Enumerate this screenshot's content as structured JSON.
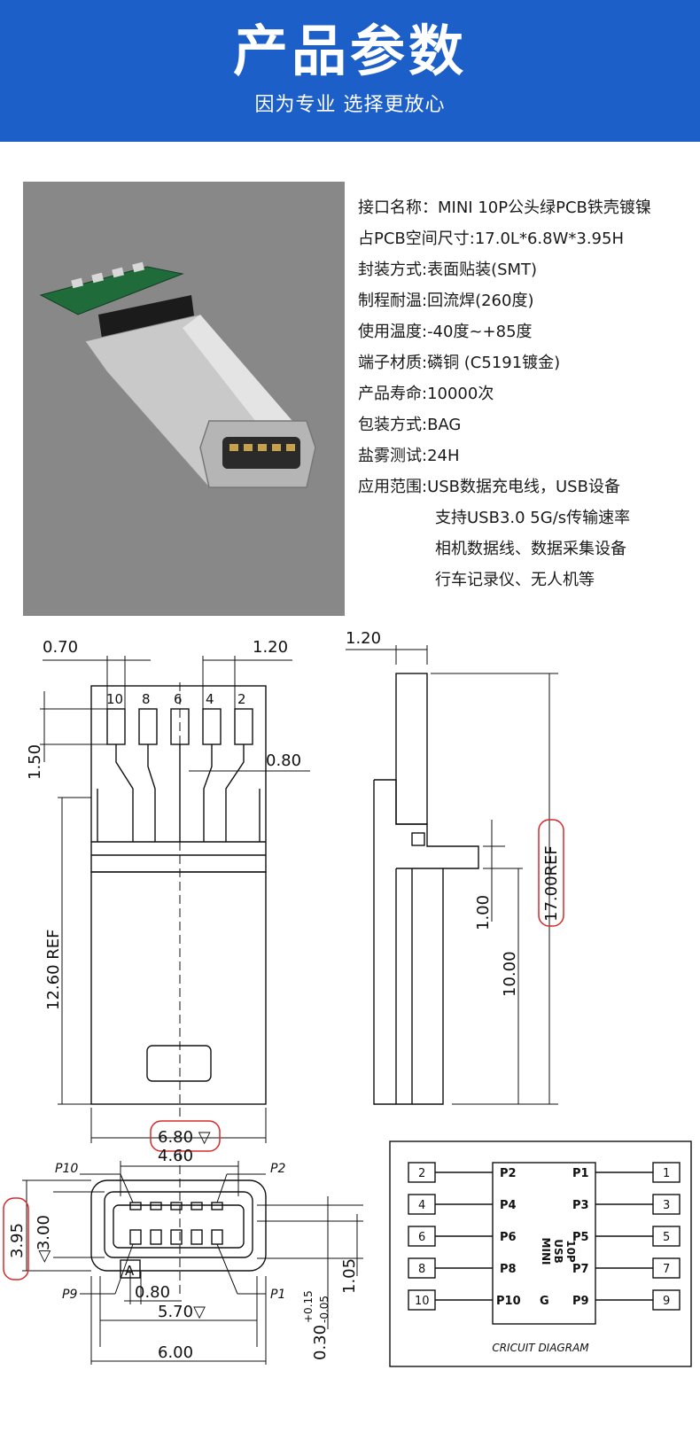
{
  "header": {
    "title": "产品参数",
    "subtitle": "因为专业 选择更放心"
  },
  "specs": [
    "接口名称：MINI 10P公头绿PCB铁壳镀镍",
    "占PCB空间尺寸:17.0L*6.8W*3.95H",
    "封装方式:表面贴装(SMT)",
    "制程耐温:回流焊(260度)",
    "使用温度:-40度~+85度",
    "端子材质:磷铜 (C5191镀金)",
    "产品寿命:10000次",
    "包装方式:BAG",
    "盐雾测试:24H",
    "应用范围:USB数据充电线，USB设备"
  ],
  "specs_continued": [
    "支持USB3.0 5G/s传输速率",
    "相机数据线、数据采集设备",
    "行车记录仪、无人机等"
  ],
  "top_view": {
    "dim_pitch": "0.70",
    "dim_pad": "1.20",
    "pins": [
      "10",
      "8",
      "6",
      "4",
      "2"
    ],
    "dim_pad_len": "1.50",
    "dim_lead": "0.80",
    "dim_body": "12.60  REF",
    "dim_width": "6.80 ▽"
  },
  "side_view": {
    "dim_top": "1.20",
    "dim_total": "17.00REF",
    "dim_step": "1.00",
    "dim_len": "10.00"
  },
  "front_view": {
    "p10": "P10",
    "p2": "P2",
    "p9": "P9",
    "p1": "P1",
    "dim_460": "4.60",
    "dim_395": "3.95",
    "dim_300": "◁3.00",
    "marker": "A",
    "dim_080": "0.80",
    "dim_570": "5.70▽",
    "dim_600": "6.00",
    "dim_030": "0.30",
    "tol_plus": "+0.15",
    "tol_minus": "-0.05",
    "dim_105": "1.05"
  },
  "circuit": {
    "left_nums": [
      "2",
      "4",
      "6",
      "8",
      "10"
    ],
    "right_nums": [
      "1",
      "3",
      "5",
      "7",
      "9"
    ],
    "left_pins": [
      "P2",
      "P4",
      "P6",
      "P8",
      "P10"
    ],
    "right_pins": [
      "P1",
      "P3",
      "P5",
      "P7",
      "P9"
    ],
    "chip_line1": "MINI",
    "chip_line2": "USB",
    "chip_line3": "10P",
    "ground": "G",
    "caption": "CRICUIT  DIAGRAM"
  }
}
